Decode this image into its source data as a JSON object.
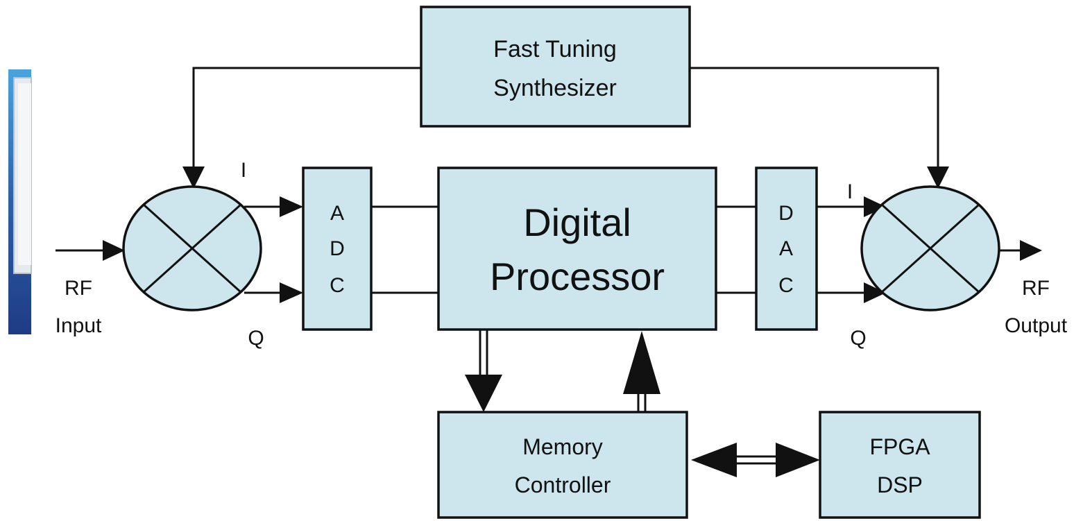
{
  "blocks": {
    "synth": {
      "line1": "Fast Tuning",
      "line2": "Synthesizer"
    },
    "adc": {
      "l1": "A",
      "l2": "D",
      "l3": "C"
    },
    "dac": {
      "l1": "D",
      "l2": "A",
      "l3": "C"
    },
    "digital": {
      "line1": "Digital",
      "line2": "Processor"
    },
    "memory": {
      "line1": "Memory",
      "line2": "Controller"
    },
    "fpga": {
      "line1": "FPGA",
      "line2": "DSP"
    }
  },
  "labels": {
    "rf_in_1": "RF",
    "rf_in_2": "Input",
    "rf_out_1": "RF",
    "rf_out_2": "Output",
    "i_left": "I",
    "q_left": "Q",
    "i_right": "I",
    "q_right": "Q"
  },
  "colors": {
    "block_fill": "#cde5ec",
    "stroke": "#111111",
    "left_fragment_blue": "#2d5fa8"
  }
}
